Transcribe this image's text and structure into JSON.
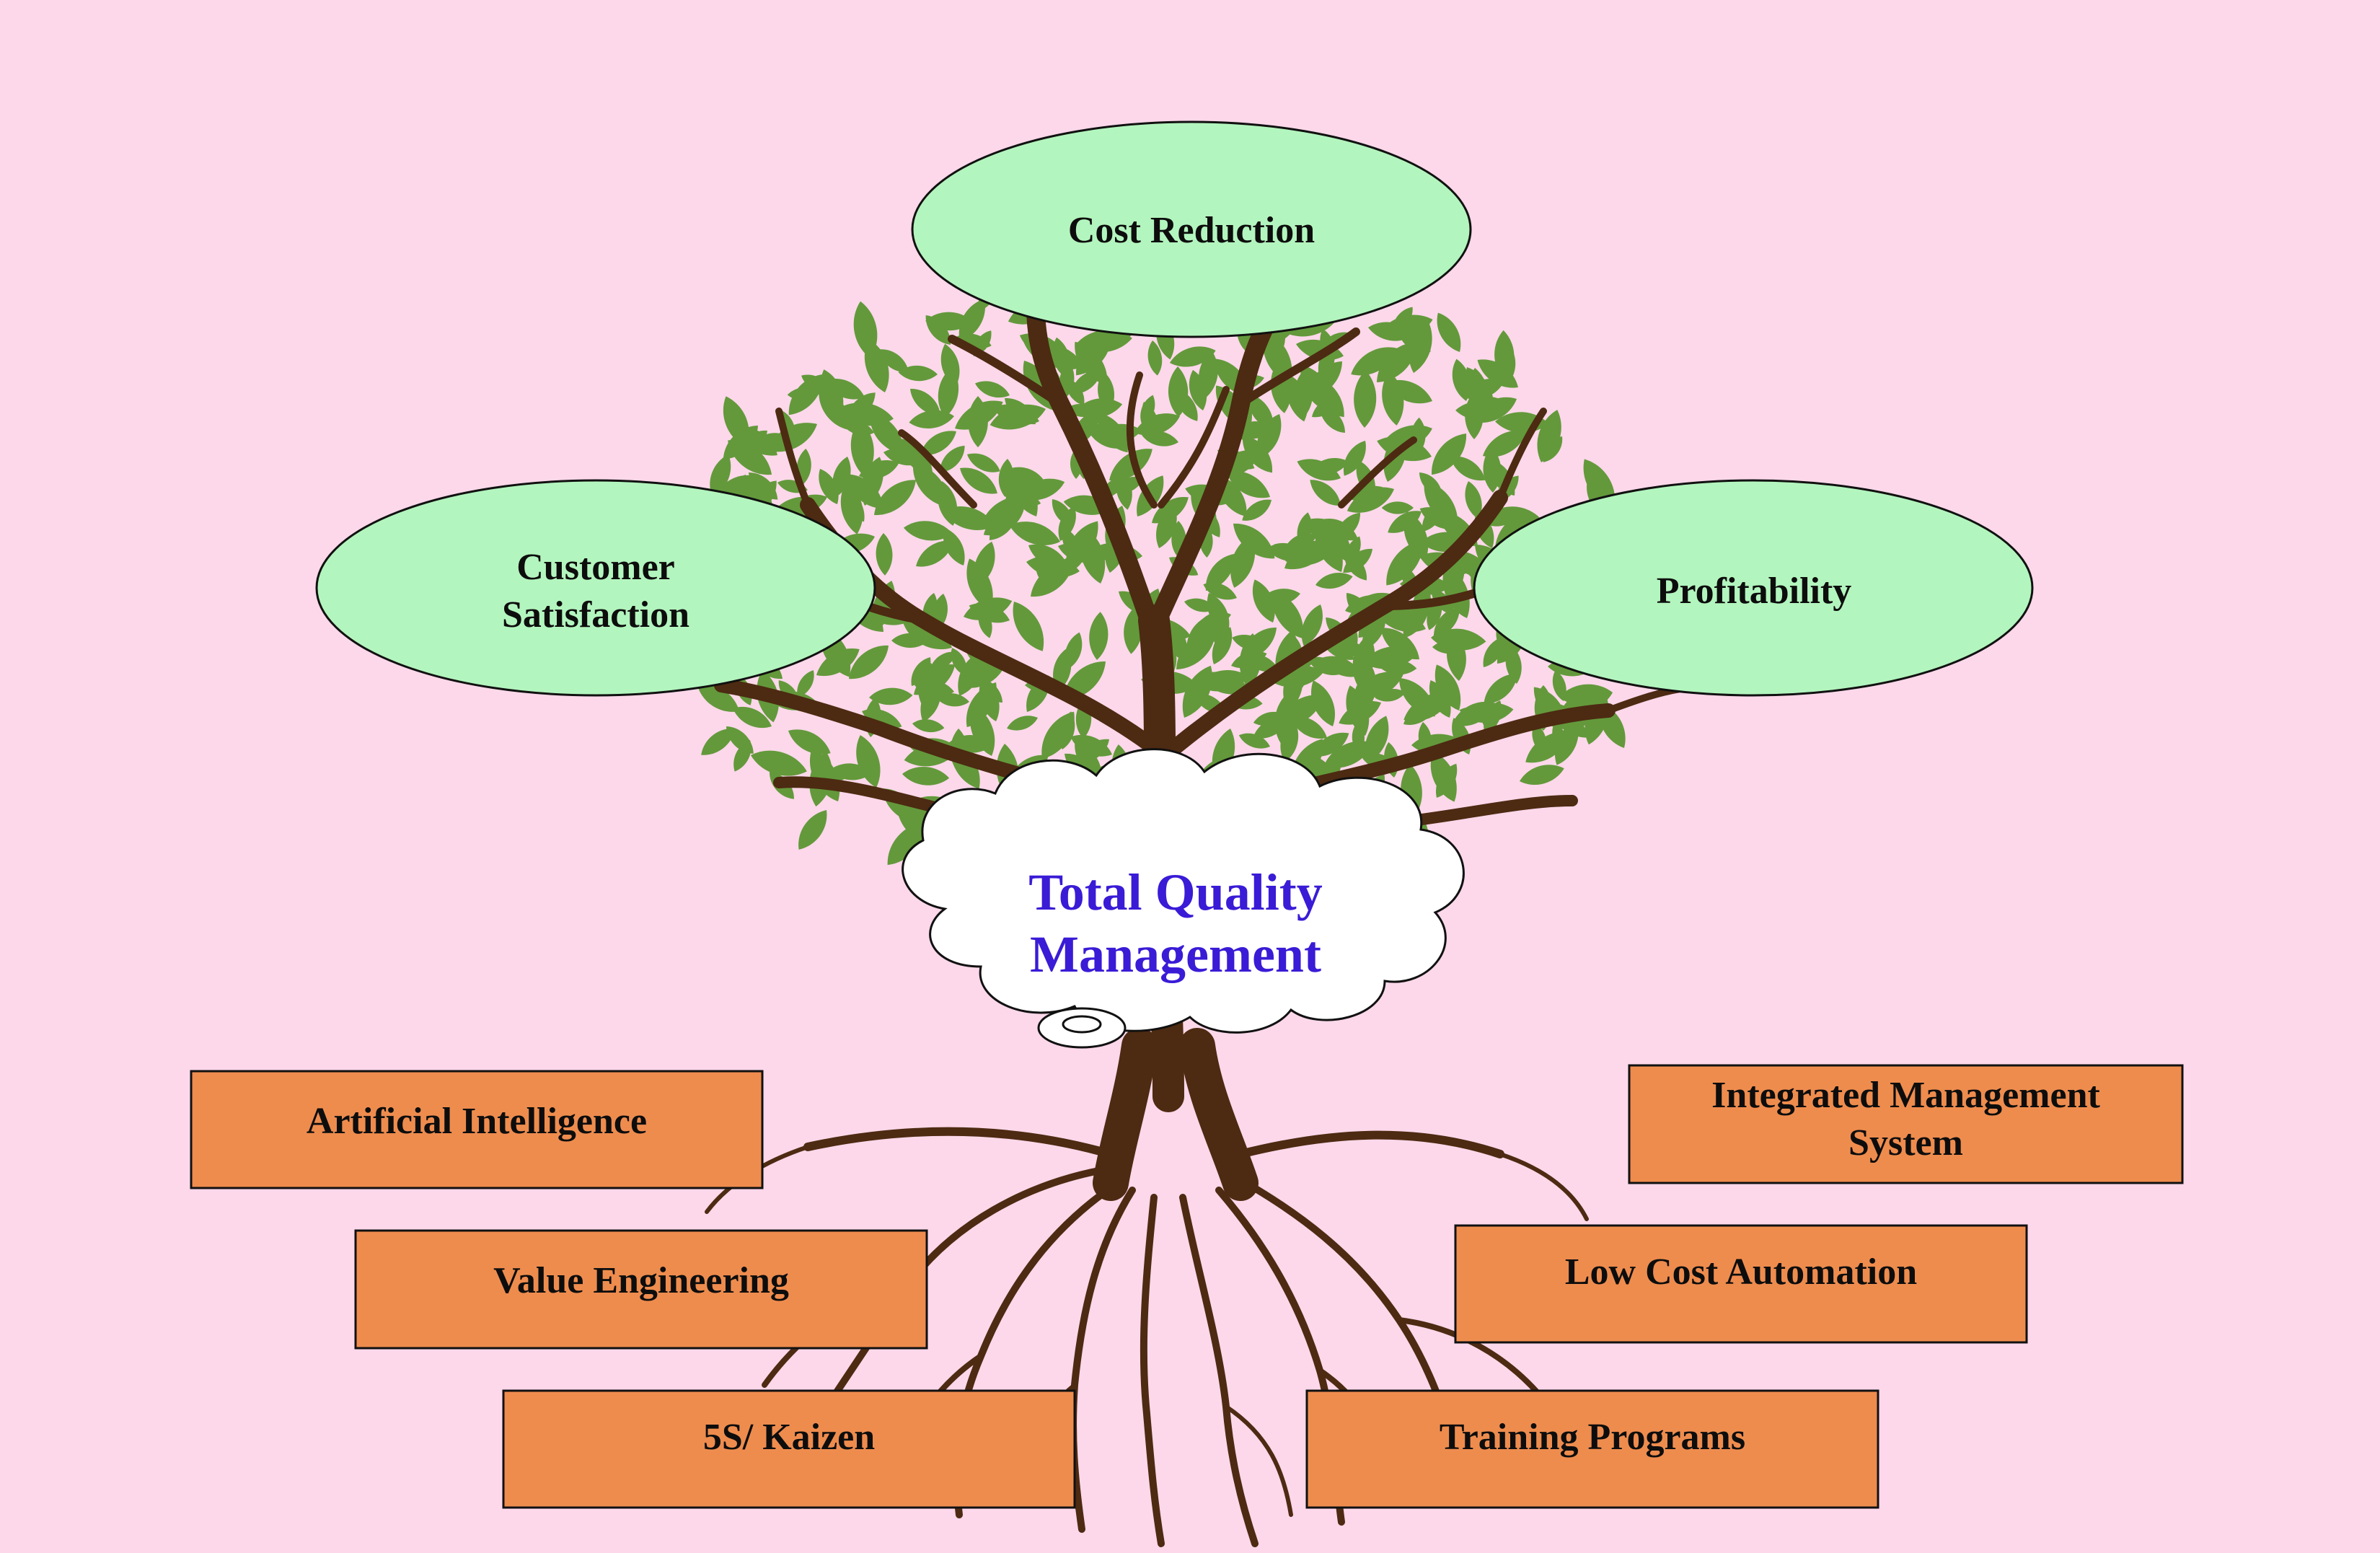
{
  "diagram": {
    "center": {
      "title": "Total Quality\nManagement"
    },
    "outcomes": [
      {
        "label": "Cost Reduction"
      },
      {
        "label": "Customer\nSatisfaction"
      },
      {
        "label": "Profitability"
      }
    ],
    "enablers": [
      {
        "label": "Artificial Intelligence"
      },
      {
        "label": "Integrated Management\nSystem"
      },
      {
        "label": "Value Engineering"
      },
      {
        "label": "Low Cost Automation"
      },
      {
        "label": "5S/ Kaizen"
      },
      {
        "label": "Training Programs"
      }
    ]
  },
  "colors": {
    "background": "#fcd8ea",
    "oval_fill": "#b3f5be",
    "box_fill": "#ee8c4e",
    "trunk": "#4d2a12",
    "leaf": "#63993b",
    "title_text": "#3a1bd6"
  }
}
